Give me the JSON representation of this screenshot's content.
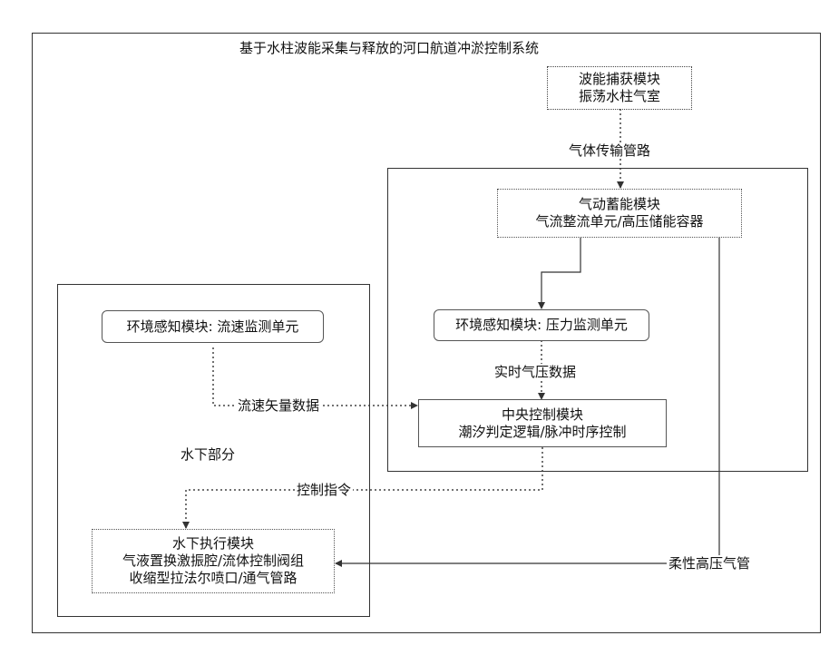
{
  "title": "基于水柱波能采集与释放的河口航道冲淤控制系统",
  "region_label": "水下部分",
  "modules": {
    "wave_capture": {
      "line1": "波能捕获模块",
      "line2": "振荡水柱气室"
    },
    "pneumatic_storage": {
      "line1": "气动蓄能模块",
      "line2": "气流整流单元/高压储能容器"
    },
    "env_flow": {
      "line1": "环境感知模块: 流速监测单元"
    },
    "env_pressure": {
      "line1": "环境感知模块: 压力监测单元"
    },
    "central_control": {
      "line1": "中央控制模块",
      "line2": "潮汐判定逻辑/脉冲时序控制"
    },
    "underwater_exec": {
      "line1": "水下执行模块",
      "line2": "气液置换激振腔/流体控制阀组",
      "line3": "收缩型拉法尔喷口/通气管路"
    }
  },
  "links": {
    "gas_pipeline": "气体传输管路",
    "realtime_pressure": "实时气压数据",
    "flow_vector": "流速矢量数据",
    "control_command": "控制指令",
    "flexible_pipe": "柔性高压气管"
  }
}
